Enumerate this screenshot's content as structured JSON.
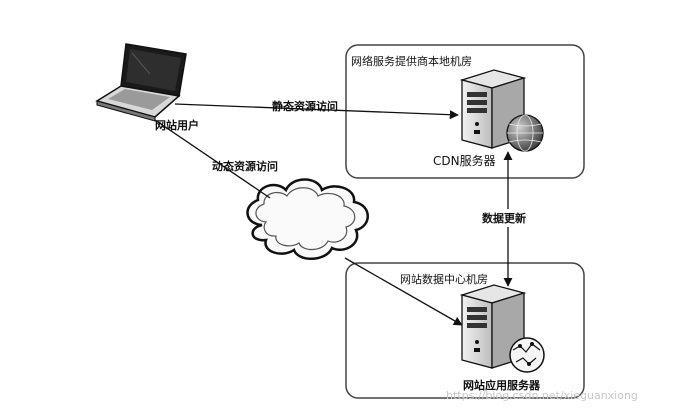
{
  "diagram": {
    "nodes": {
      "user": {
        "label": "网站用户",
        "icon": "laptop-icon"
      },
      "cdn_room": {
        "label": "网络服务提供商本地机房"
      },
      "cdn_server": {
        "label": "CDN服务器",
        "icon": "server-icon"
      },
      "datacenter_room": {
        "label": "网站数据中心机房"
      },
      "app_server": {
        "label": "网站应用服务器",
        "icon": "server-icon"
      },
      "internet": {
        "icon": "cloud-icon"
      }
    },
    "edges": {
      "static_access": {
        "label": "静态资源访问",
        "from": "user",
        "to": "cdn_server"
      },
      "dynamic_access": {
        "label": "动态资源访问",
        "from": "user",
        "to": "app_server"
      },
      "data_update": {
        "label": "数据更新",
        "from": "app_server",
        "to": "cdn_server"
      }
    }
  },
  "watermark": {
    "text": "https://blog.csdn.net/xieguanxiong"
  },
  "colors": {
    "line": "#111111",
    "box": "#444444",
    "globe": "#222222"
  }
}
